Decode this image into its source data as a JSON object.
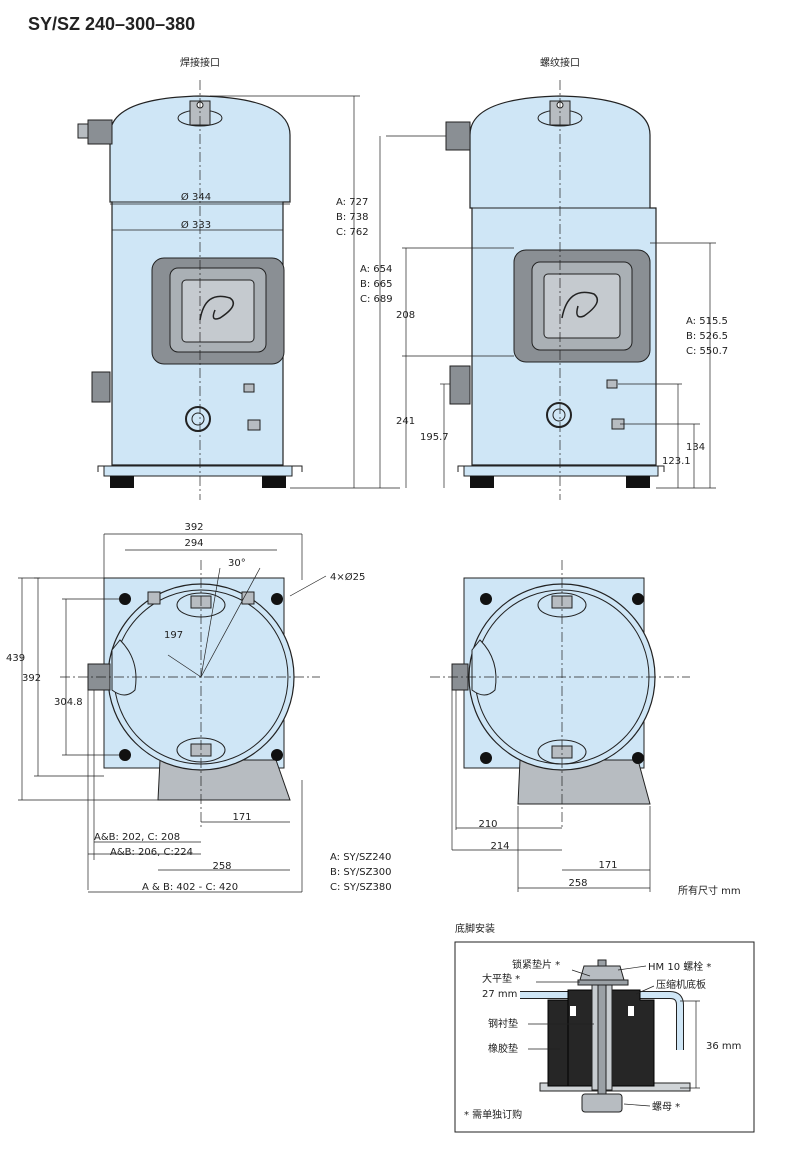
{
  "title": "SY/SZ 240–300–380",
  "side_views": {
    "left_label": "焊接接口",
    "right_label": "螺纹接口",
    "dia_upper": "Ø 344",
    "dia_lower": "Ø 333",
    "height_total": [
      "A: 727",
      "B: 738",
      "C: 762"
    ],
    "height_suction": [
      "A: 654",
      "B: 665",
      "C: 689"
    ],
    "height_discharge": [
      "A: 515.5",
      "B: 526.5",
      "C: 550.7"
    ],
    "dim_208": "208",
    "dim_241": "241",
    "dim_1957": "195.7",
    "dim_134": "134",
    "dim_1231": "123.1"
  },
  "top_views": {
    "w392": "392",
    "w294": "294",
    "angle": "30°",
    "holes": "4×Ø25",
    "r197": "197",
    "h439": "439",
    "h392": "392",
    "h3048": "304.8",
    "d171": "171",
    "ab202": "A&B: 202, C: 208",
    "ab206": "A&B: 206, C:224",
    "d258": "258",
    "ab402": "A & B: 402  -  C: 420",
    "r210": "210",
    "r214": "214",
    "r171": "171",
    "r258": "258"
  },
  "models": [
    "A: SY/SZ240",
    "B: SY/SZ300",
    "C: SY/SZ380"
  ],
  "units_note": "所有尺寸 mm",
  "mounting": {
    "heading": "底脚安装",
    "lock_washer": "锁紧垫片 *",
    "bolt": "HM 10 螺栓 *",
    "big_washer": "大平垫 *",
    "dim27": "27 mm",
    "base_plate": "压缩机底板",
    "steel_sleeve": "钢衬垫",
    "rubber": "橡胶垫",
    "dim36": "36 mm",
    "nut": "螺母 *",
    "footnote": "* 需单独订购"
  }
}
